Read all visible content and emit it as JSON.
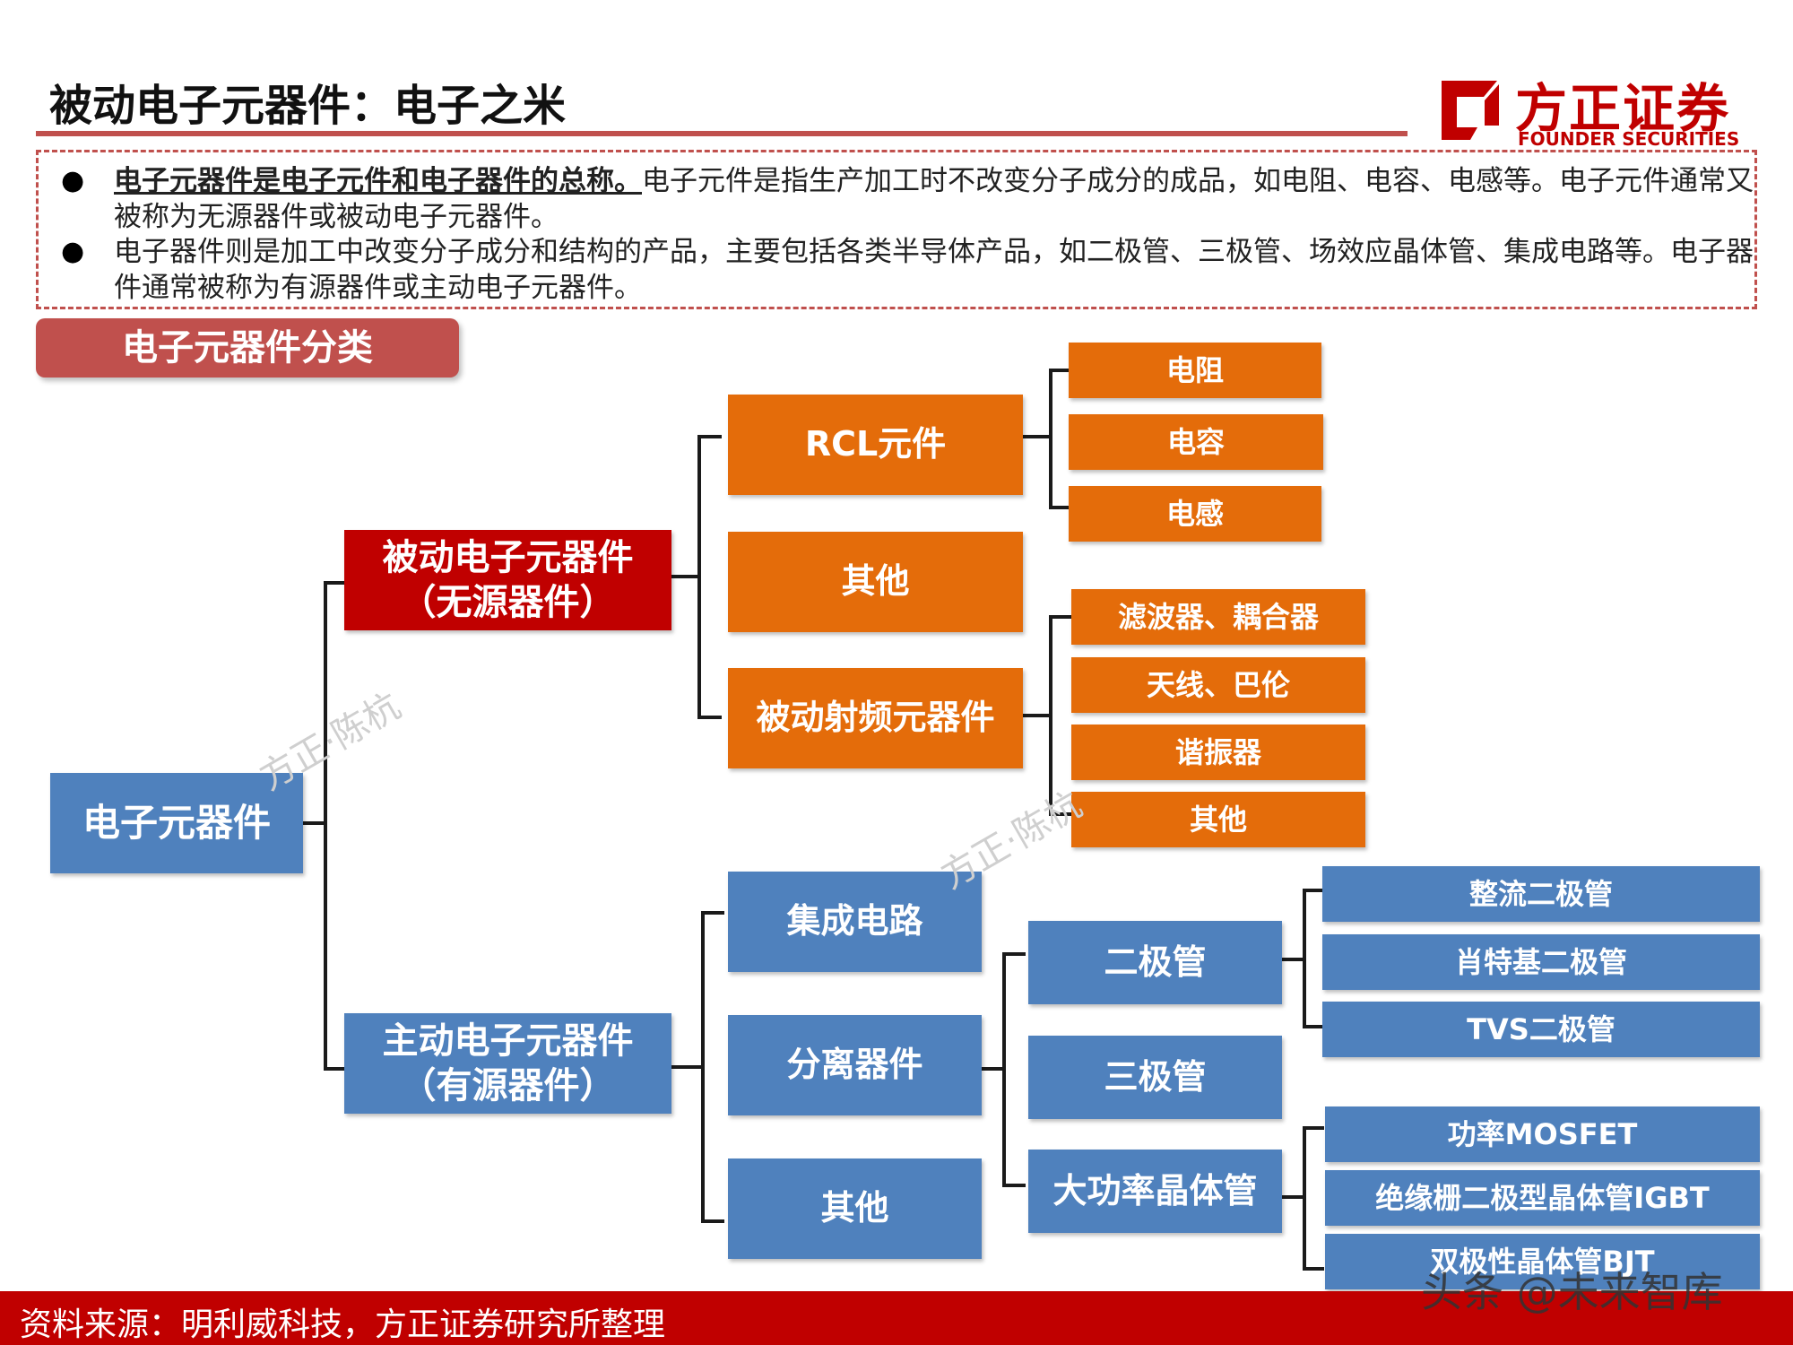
{
  "header": {
    "title": "被动电子元器件：电子之米",
    "logo_cn": "方正证券",
    "logo_en": "FOUNDER SECURITIES",
    "accent_color": "#c00000"
  },
  "intro": {
    "para1_bold": "电子元器件是电子元件和电子器件的总称。",
    "para1_text": "电子元件是指生产加工时不改变分子成分的成品，如电阻、电容、电感等。电子元件通常又被称为无源器件或被动电子元器件。",
    "para2_text": "电子器件则是加工中改变分子成分和结构的产品，主要包括各类半导体产品，如二极管、三极管、场效应晶体管、集成电路等。电子器件通常被称为有源器件或主动电子元器件。",
    "bullet_glyph": "●"
  },
  "section": {
    "tab_label": "电子元器件分类"
  },
  "tree": {
    "root": "电子元器件",
    "passive": {
      "line1": "被动电子元器件",
      "line2": "（无源器件）"
    },
    "active": {
      "line1": "主动电子元器件",
      "line2": "（有源器件）"
    },
    "passive_children": {
      "rcl": "RCL元件",
      "other": "其他",
      "rf": "被动射频元器件"
    },
    "rcl_children": [
      "电阻",
      "电容",
      "电感"
    ],
    "rf_children": [
      "滤波器、耦合器",
      "天线、巴伦",
      "谐振器",
      "其他"
    ],
    "active_children": {
      "ic": "集成电路",
      "discrete": "分离器件",
      "other": "其他"
    },
    "discrete_children": {
      "diode": "二极管",
      "triode": "三极管",
      "power": "大功率晶体管"
    },
    "diode_children": [
      "整流二极管",
      "肖特基二极管",
      "TVS二极管"
    ],
    "power_children": [
      "功率MOSFET",
      "绝缘栅二极型晶体管IGBT",
      "双极性晶体管BJT"
    ]
  },
  "watermarks": [
    "方正·陈杭",
    "方正·陈杭"
  ],
  "footer": {
    "source": "资料来源：明利威科技，方正证券研究所整理",
    "overlay": "头条 @未来智库"
  }
}
